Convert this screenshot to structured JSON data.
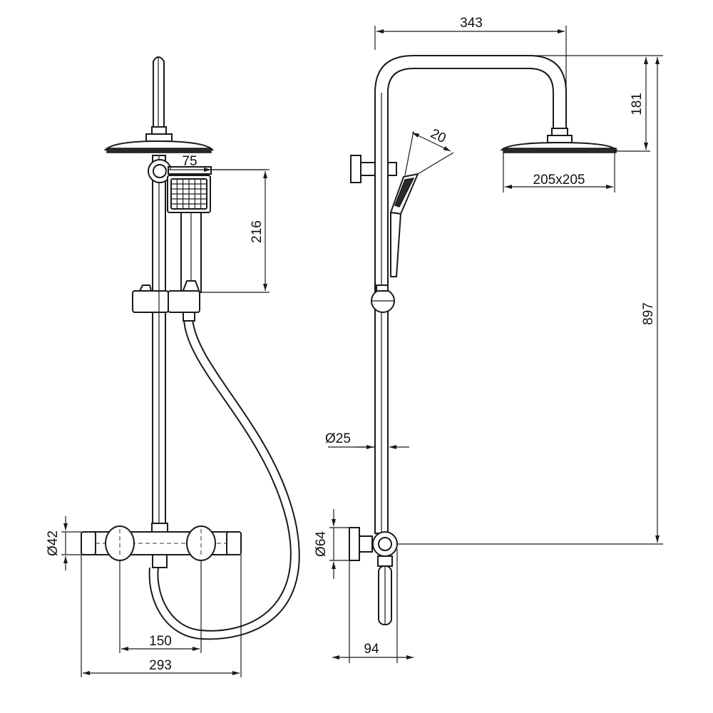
{
  "drawing": {
    "dimensions": {
      "arm_width": "343",
      "head_drop": "181",
      "overall_height": "897",
      "head_size": "205x205",
      "hand_shower_width": "75",
      "hand_shower_length": "216",
      "hand_shower_angle": "20",
      "rail_diameter": "Ø25",
      "mixer_diameter": "Ø42",
      "mixer_front_diameter": "Ø64",
      "inlet_spacing": "150",
      "mixer_width": "293",
      "wall_projection": "94"
    }
  }
}
